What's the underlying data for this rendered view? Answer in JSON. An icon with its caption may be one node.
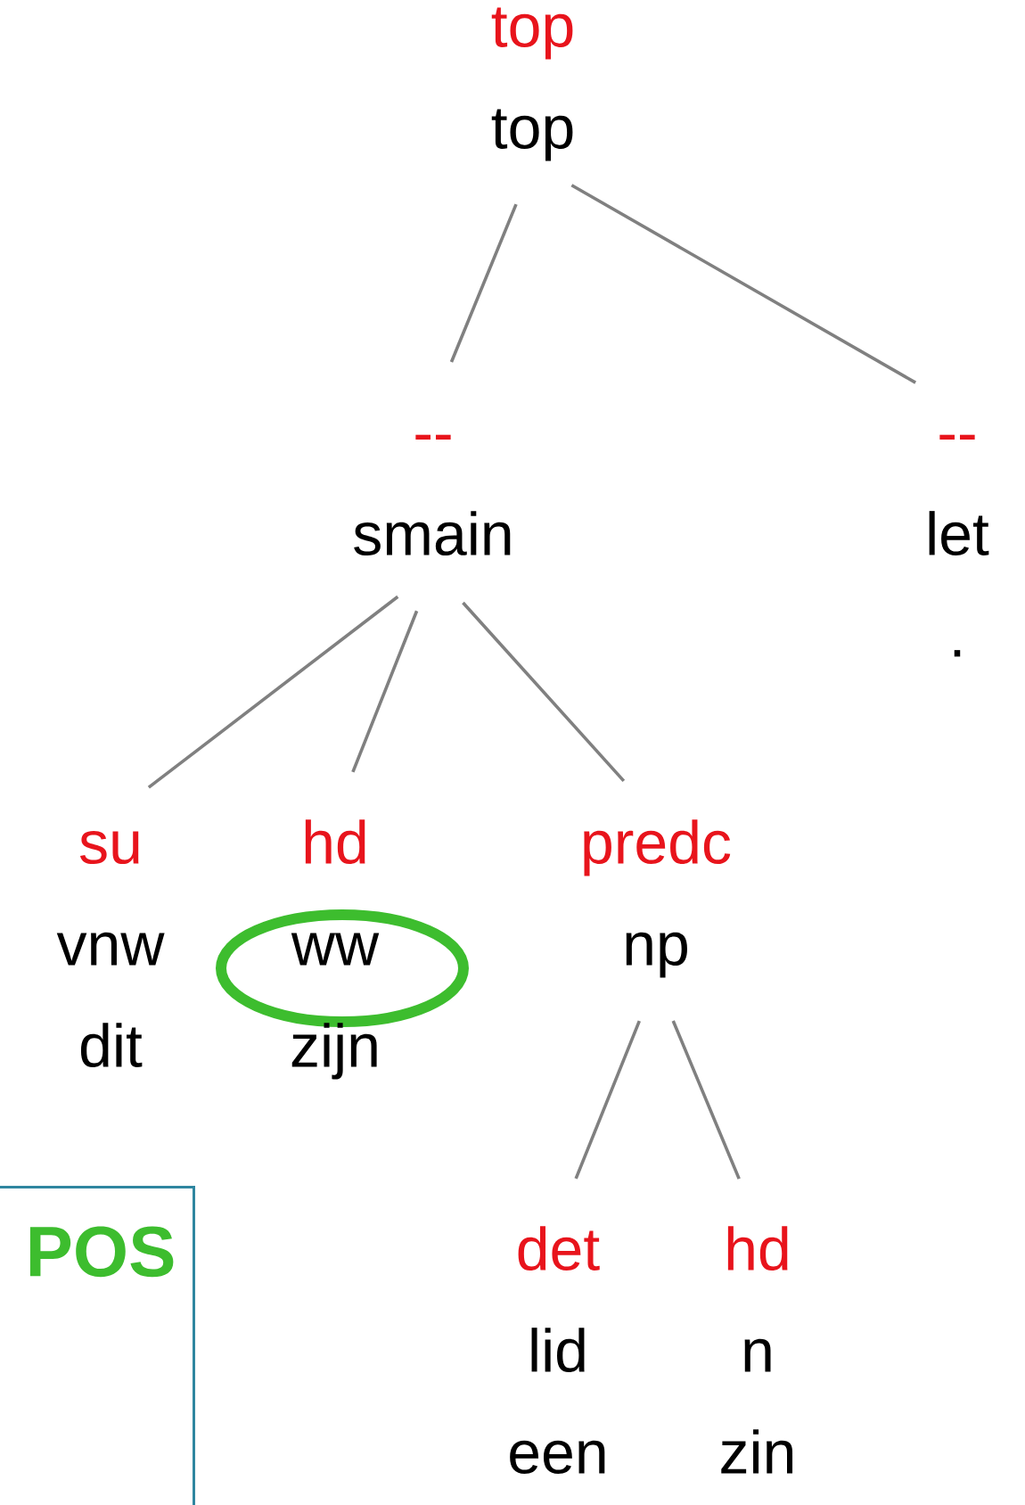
{
  "diagram": {
    "nodes": [
      {
        "text": [
          "top",
          "top"
        ]
      },
      {
        "text": [
          "--",
          "smain"
        ]
      },
      {
        "text": [
          "--",
          "let",
          "."
        ]
      },
      {
        "text": [
          "su",
          "vnw",
          "dit"
        ]
      },
      {
        "text": [
          "hd",
          "ww",
          "zijn"
        ]
      },
      {
        "text": [
          "predc",
          "np"
        ]
      },
      {
        "text": [
          "det",
          "lid",
          "een"
        ]
      },
      {
        "text": [
          "hd",
          "n",
          "zin"
        ]
      },
      {
        "text": [
          "POS"
        ]
      }
    ],
    "edges": [
      {
        "from": 0,
        "to": 1,
        "arrow": "none"
      },
      {
        "from": 0,
        "to": 2,
        "arrow": "none"
      },
      {
        "from": 1,
        "to": 3,
        "arrow": "none"
      },
      {
        "from": 1,
        "to": 4,
        "arrow": "none"
      },
      {
        "from": 1,
        "to": 5,
        "arrow": "none"
      },
      {
        "from": 5,
        "to": 6,
        "arrow": "none"
      },
      {
        "from": 5,
        "to": 7,
        "arrow": "none"
      }
    ]
  }
}
